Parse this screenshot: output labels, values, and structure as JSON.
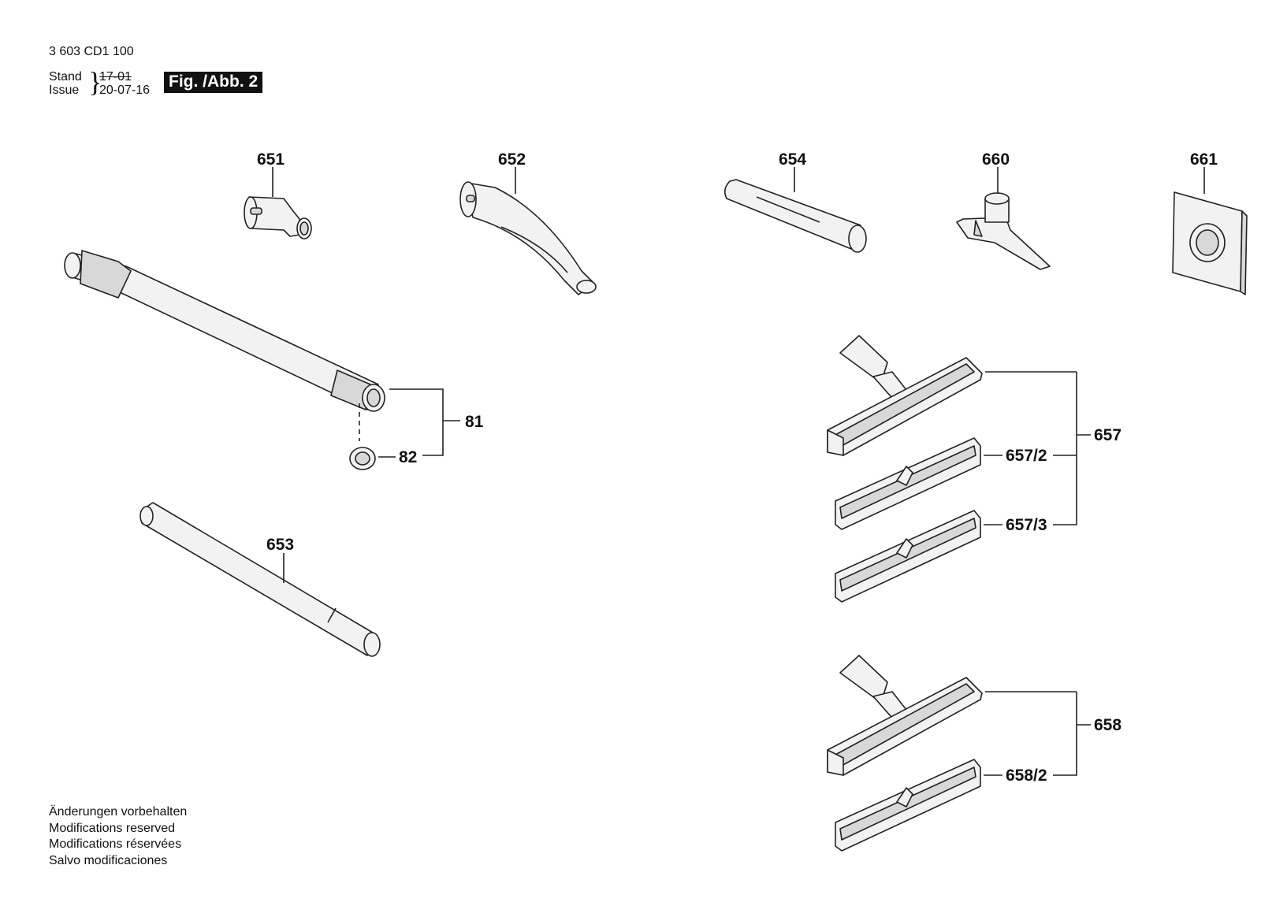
{
  "header": {
    "document_number": "3 603 CD1 100",
    "stand_label": "Stand",
    "issue_label": "Issue",
    "stand_value_struck": "17-01",
    "issue_value": "20-07-16",
    "figure_label": "Fig. /Abb. 2"
  },
  "footer": {
    "lines": [
      "Änderungen vorbehalten",
      "Modifications reserved",
      "Modifications réservées",
      "Salvo modificaciones"
    ]
  },
  "parts": {
    "p651": "651",
    "p652": "652",
    "p654": "654",
    "p660": "660",
    "p661": "661",
    "p81": "81",
    "p82": "82",
    "p653": "653",
    "p657": "657",
    "p657_2": "657/2",
    "p657_3": "657/3",
    "p658": "658",
    "p658_2": "658/2"
  }
}
